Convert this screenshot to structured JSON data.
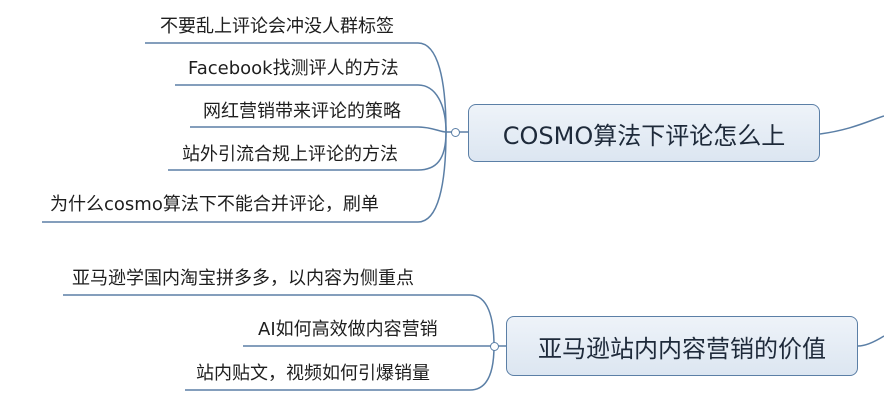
{
  "branches": [
    {
      "topic": "COSMO算法下评论怎么上",
      "subtopics": [
        "不要乱上评论会冲没人群标签",
        "Facebook找测评人的方法",
        "网红营销带来评论的策略",
        "站外引流合规上评论的方法",
        "为什么cosmo算法下不能合并评论，刷单"
      ]
    },
    {
      "topic": "亚马逊站内内容营销的价值",
      "subtopics": [
        "亚马逊学国内淘宝拼多多，以内容为侧重点",
        "AI如何高效做内容营销",
        "站内贴文，视频如何引爆销量"
      ]
    }
  ],
  "colors": {
    "line": "#5b7fa6",
    "box_border": "#5b7fa6",
    "box_fill_top": "#eef3f9",
    "box_fill_bottom": "#dce6f1"
  }
}
